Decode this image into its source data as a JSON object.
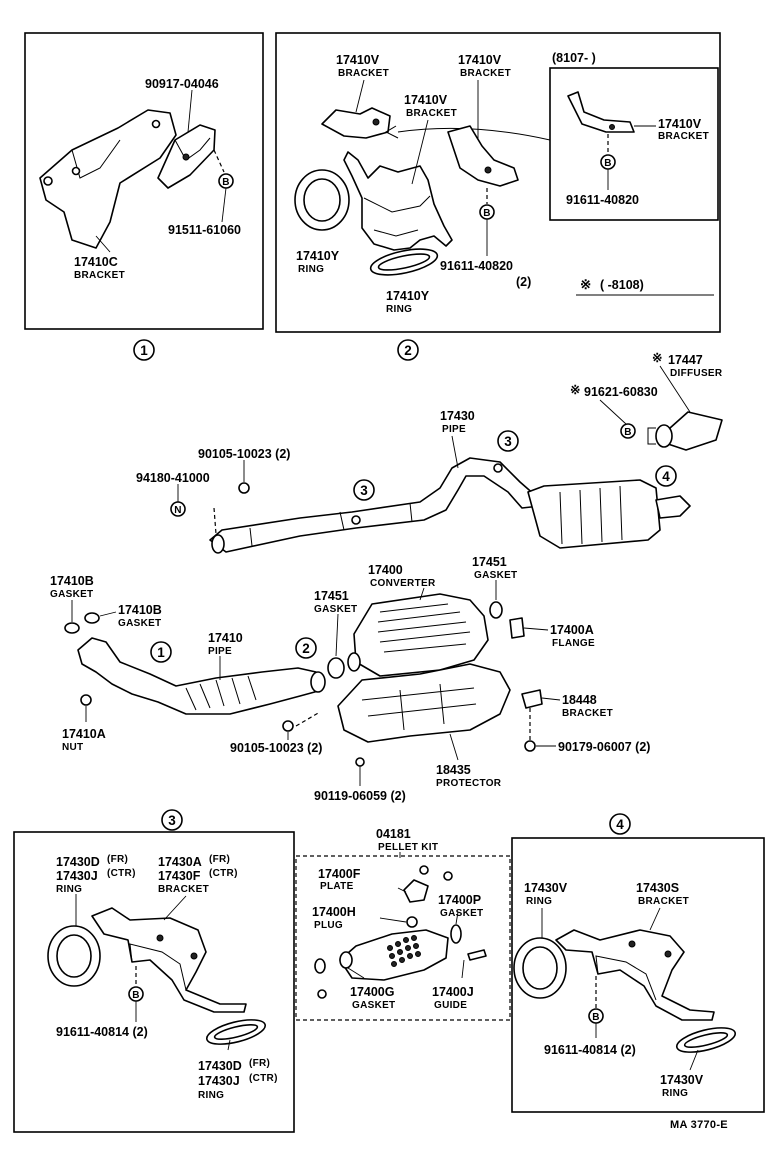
{
  "panels": {
    "p1": {
      "circle": "1",
      "labels": [
        {
          "num": "90917-04046",
          "desc": ""
        },
        {
          "num": "91511-61060",
          "desc": ""
        },
        {
          "num": "17410C",
          "desc": "BRACKET"
        }
      ],
      "bolt_mark": "B"
    },
    "p2": {
      "circle": "2",
      "labels": [
        {
          "num": "17410V",
          "desc": "BRACKET"
        },
        {
          "num": "17410V",
          "desc": "BRACKET"
        },
        {
          "num": "17410V",
          "desc": "BRACKET"
        },
        {
          "num": "17410Y",
          "desc": "RING"
        },
        {
          "num": "17410Y",
          "desc": "RING"
        },
        {
          "num": "91611-40820",
          "desc": "(2)"
        }
      ],
      "sub": {
        "range": "(8107-        )",
        "labels": [
          {
            "num": "17410V",
            "desc": "BRACKET"
          },
          {
            "num": "91611-40820",
            "desc": ""
          }
        ]
      },
      "bolt_mark": "B"
    },
    "p3": {
      "circle": "3",
      "labels": [
        {
          "num": "17430D",
          "sup": "(FR)"
        },
        {
          "num": "17430J",
          "sup": "(CTR)",
          "desc": "RING"
        },
        {
          "num": "17430A",
          "sup": "(FR)"
        },
        {
          "num": "17430F",
          "sup": "(CTR)",
          "desc": "BRACKET"
        },
        {
          "num": "91611-40814 (2)"
        },
        {
          "num": "17430D",
          "sup": "(FR)"
        },
        {
          "num": "17430J",
          "sup": "(CTR)",
          "desc": "RING"
        }
      ]
    },
    "pellet": {
      "header_num": "04181",
      "header_desc": "PELLET KIT",
      "labels": [
        {
          "num": "17400F",
          "desc": "PLATE"
        },
        {
          "num": "17400H",
          "desc": "PLUG"
        },
        {
          "num": "17400P",
          "desc": "GASKET"
        },
        {
          "num": "17400G",
          "desc": "GASKET"
        },
        {
          "num": "17400J",
          "desc": "GUIDE"
        }
      ]
    },
    "p4": {
      "circle": "4",
      "labels": [
        {
          "num": "17430V",
          "desc": "RING"
        },
        {
          "num": "17430S",
          "desc": "BRACKET"
        },
        {
          "num": "91611-40814 (2)"
        },
        {
          "num": "17430V",
          "desc": "RING"
        }
      ]
    }
  },
  "legend": {
    "mark": "※",
    "range": "(        -8108)"
  },
  "main": {
    "labels": [
      {
        "num": "17447",
        "desc": "DIFFUSER",
        "mark": "※"
      },
      {
        "num": "91621-60830",
        "mark": "※"
      },
      {
        "num": "17430",
        "desc": "PIPE"
      },
      {
        "num": "90105-10023 (2)"
      },
      {
        "num": "94180-41000"
      },
      {
        "num": "17400",
        "desc": "CONVERTER"
      },
      {
        "num": "17451",
        "desc": "GASKET"
      },
      {
        "num": "17451",
        "desc": "GASKET"
      },
      {
        "num": "17410B",
        "desc": "GASKET"
      },
      {
        "num": "17410B",
        "desc": "GASKET"
      },
      {
        "num": "17410",
        "desc": "PIPE"
      },
      {
        "num": "17400A",
        "desc": "FLANGE"
      },
      {
        "num": "18448",
        "desc": "BRACKET"
      },
      {
        "num": "17410A",
        "desc": "NUT"
      },
      {
        "num": "90105-10023 (2)"
      },
      {
        "num": "90179-06007 (2)"
      },
      {
        "num": "18435",
        "desc": "PROTECTOR"
      },
      {
        "num": "90119-06059 (2)"
      }
    ],
    "circle_marks": [
      "1",
      "2",
      "3",
      "3",
      "4"
    ],
    "marks": {
      "bolt": "B",
      "nut": "N"
    }
  },
  "figure_code": "MA 3770-E"
}
